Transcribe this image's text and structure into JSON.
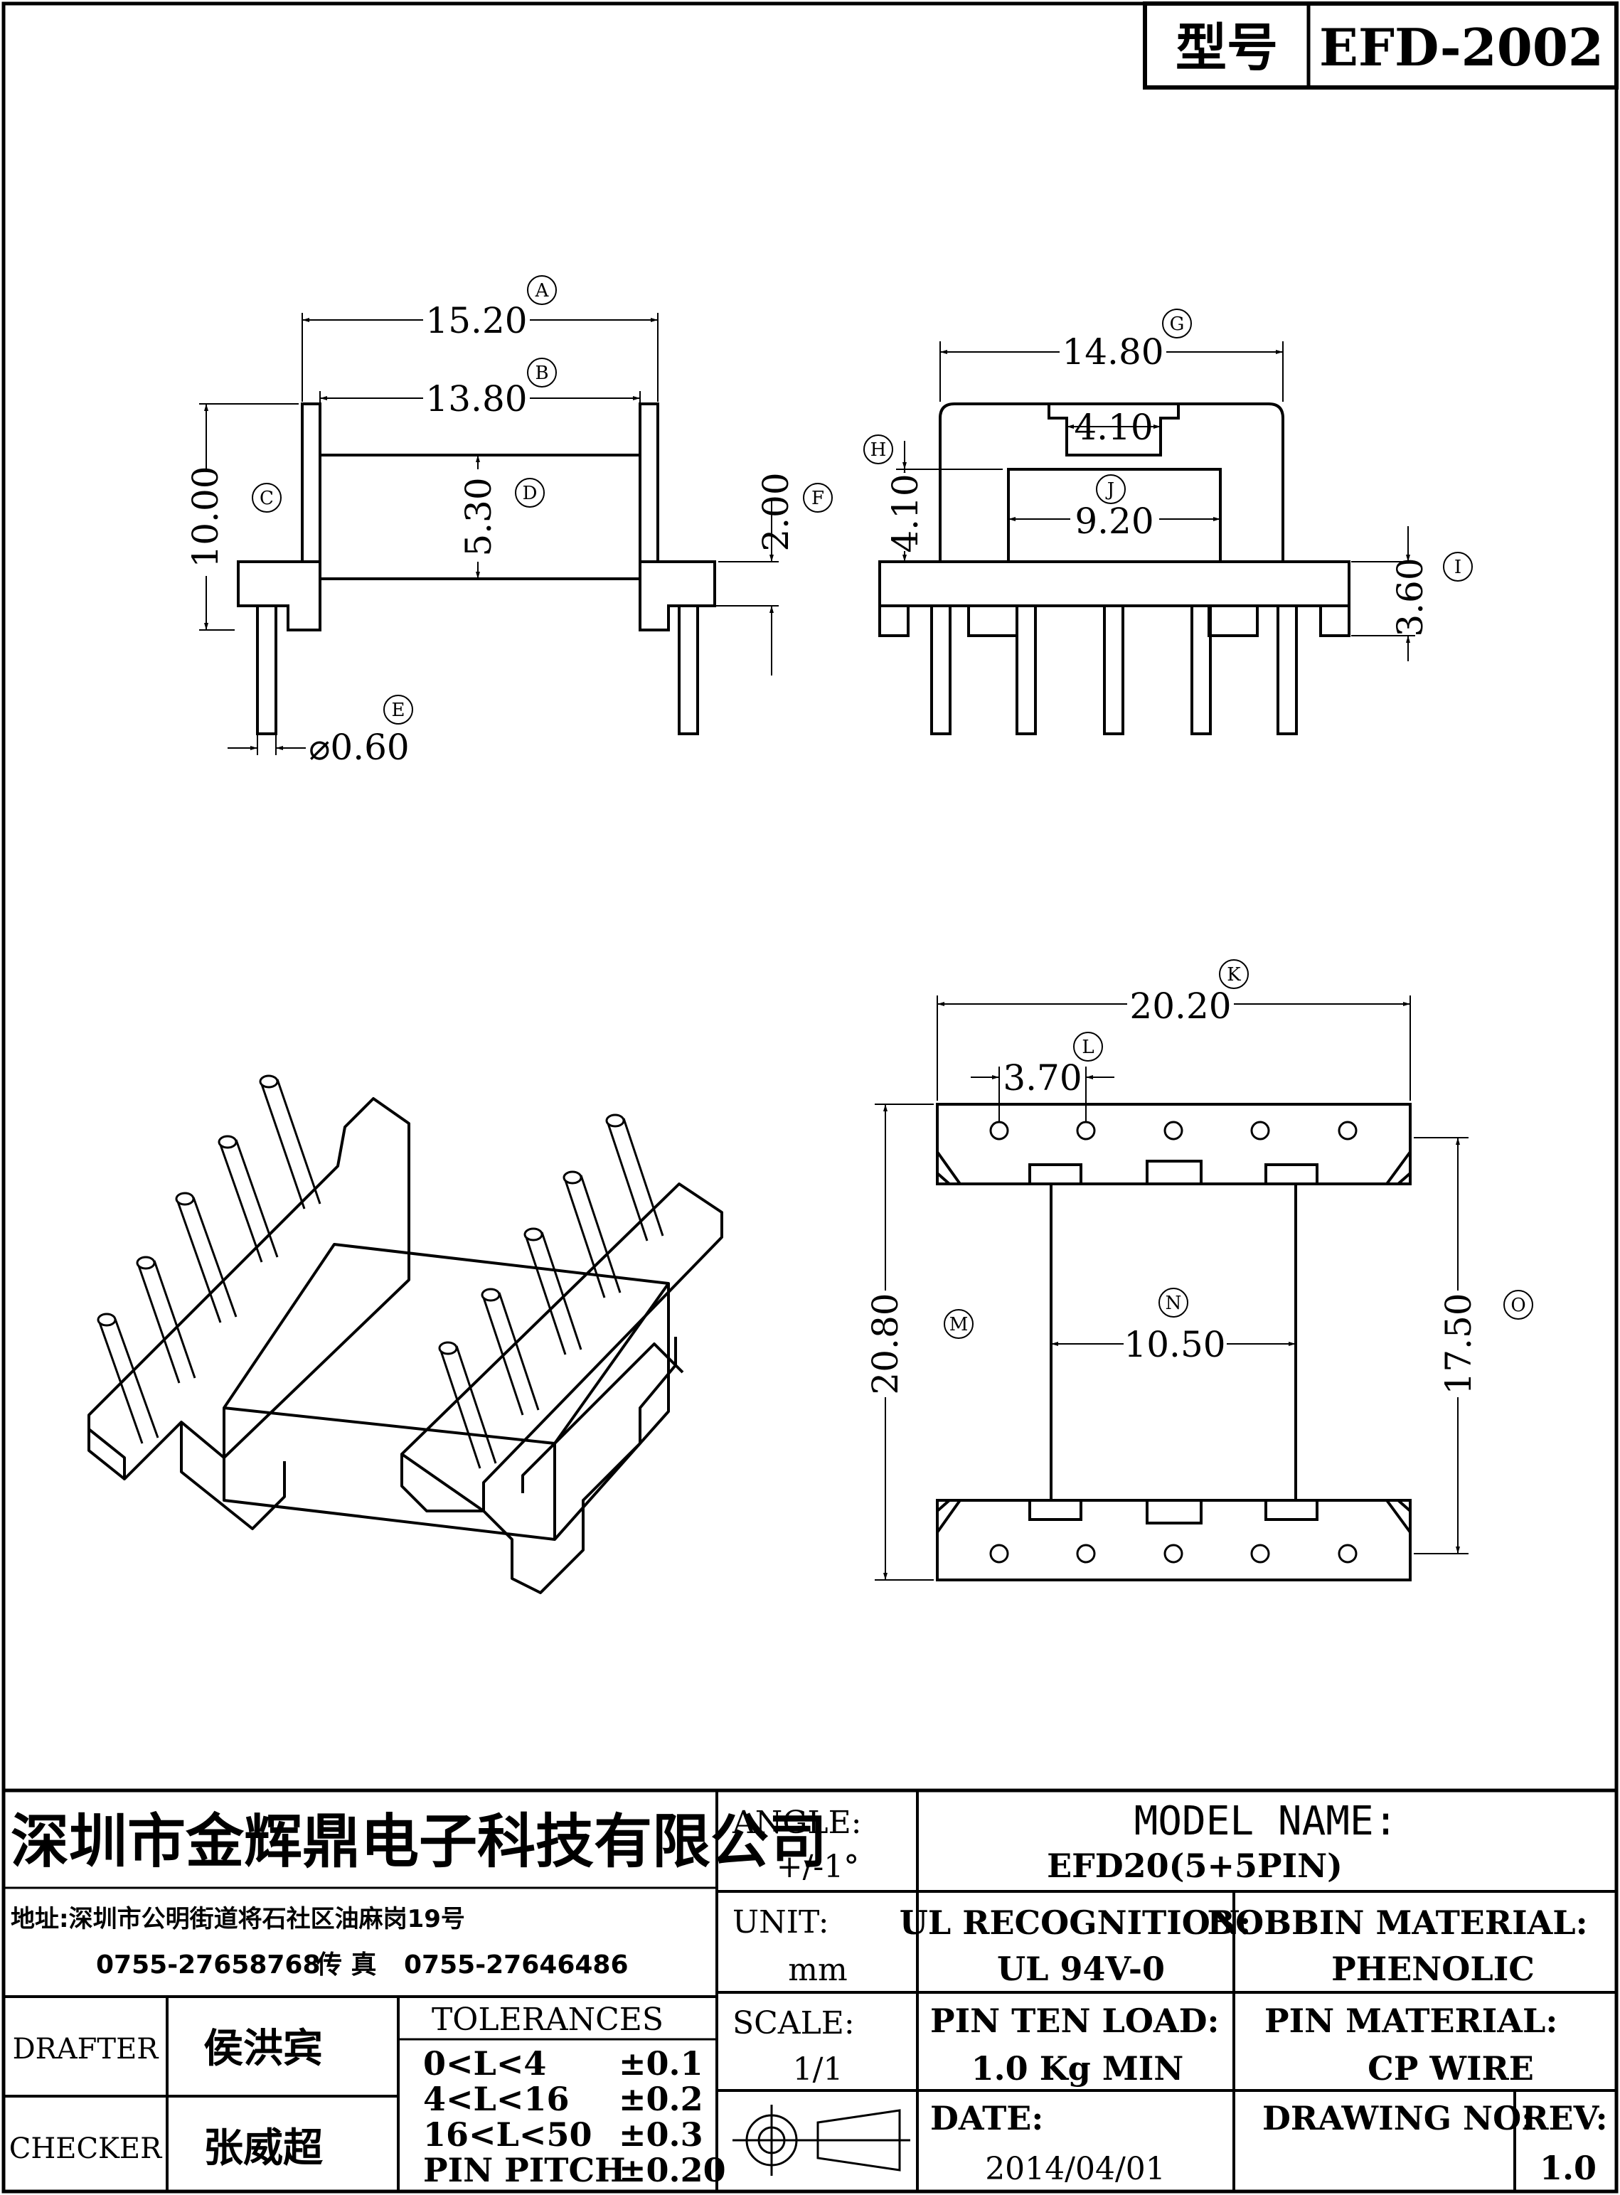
{
  "header": {
    "type_label": "型号",
    "model_code": "EFD-2002"
  },
  "dimensions": {
    "A": "15.20",
    "B": "13.80",
    "C": "10.00",
    "D": "5.30",
    "E": "⌀0.60",
    "F": "2.00",
    "G": "14.80",
    "G_slot": "4.10",
    "H": "4.10",
    "J": "9.20",
    "I": "3.60",
    "K": "20.20",
    "L": "3.70",
    "M": "20.80",
    "N": "10.50",
    "O": "17.50"
  },
  "dimension_markers": [
    "A",
    "B",
    "C",
    "D",
    "E",
    "F",
    "G",
    "H",
    "I",
    "J",
    "K",
    "L",
    "M",
    "N",
    "O"
  ],
  "title_block": {
    "company": "深圳市金辉鼎电子科技有限公司",
    "address": "地址:深圳市公明街道将石社区油麻岗19号",
    "phone": "0755-27658768",
    "fax_label": "传 真",
    "fax": "0755-27646486",
    "angle_label": "ANGLE:",
    "angle_value": "+/-1°",
    "model_name_label": "MODEL NAME:",
    "model_name_value": "EFD20(5+5PIN)",
    "unit_label": "UNIT:",
    "unit_value": "mm",
    "ul_label": "UL RECOGNITION:",
    "ul_value": "UL 94V-0",
    "bobbin_label": "BOBBIN MATERIAL:",
    "bobbin_value": "PHENOLIC",
    "drafter_label": "DRAFTER",
    "drafter_name": "侯洪宾",
    "checker_label": "CHECKER",
    "checker_name": "张威超",
    "tolerances_label": "TOLERANCES",
    "tolerances": [
      {
        "range": "0<L<4",
        "value": "±0.1"
      },
      {
        "range": "4<L<16",
        "value": "±0.2"
      },
      {
        "range": "16<L<50",
        "value": "±0.3"
      },
      {
        "range": "PIN PITCH",
        "value": "±0.20"
      }
    ],
    "scale_label": "SCALE:",
    "scale_value": "1/1",
    "pin_load_label": "PIN TEN LOAD:",
    "pin_load_value": "1.0 Kg MIN",
    "pin_material_label": "PIN MATERIAL:",
    "pin_material_value": "CP WIRE",
    "date_label": "DATE:",
    "date_value": "2014/04/01",
    "drawing_no_label": "DRAWING NO:",
    "drawing_no_value": "",
    "rev_label": "REV:",
    "rev_value": "1.0"
  }
}
